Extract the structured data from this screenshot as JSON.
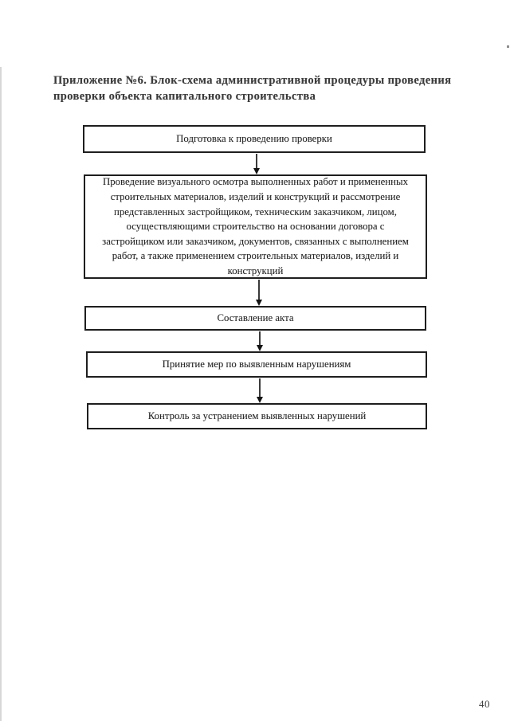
{
  "page": {
    "title": "Приложение №6. Блок-схема административной процедуры проведения\nпроверки объекта капитального строительства",
    "page_number": "40"
  },
  "flowchart": {
    "type": "flowchart",
    "direction": "top-down",
    "nodes": [
      {
        "id": "n1",
        "label": "Подготовка к проведению проверки"
      },
      {
        "id": "n2",
        "label": "Проведение визуального осмотра выполненных работ и примененных\nстроительных материалов, изделий и конструкций и рассмотрение\nпредставленных застройщиком, техническим заказчиком, лицом,\nосуществляющими строительство на основании договора с\nзастройщиком или заказчиком, документов, связанных с выполнением\nработ, а также применением строительных материалов, изделий и\nконструкций"
      },
      {
        "id": "n3",
        "label": "Составление акта"
      },
      {
        "id": "n4",
        "label": "Принятие мер по выявленным нарушениям"
      },
      {
        "id": "n5",
        "label": "Контроль за устранением выявленных нарушений"
      }
    ],
    "edges": [
      {
        "from": "n1",
        "to": "n2"
      },
      {
        "from": "n2",
        "to": "n3"
      },
      {
        "from": "n3",
        "to": "n4"
      },
      {
        "from": "n4",
        "to": "n5"
      }
    ]
  },
  "colors": {
    "background": "#ffffff",
    "box_border": "#1e1e1e",
    "box_text": "#262626",
    "title_text": "#3b3b3b",
    "arrow": "#131313"
  }
}
